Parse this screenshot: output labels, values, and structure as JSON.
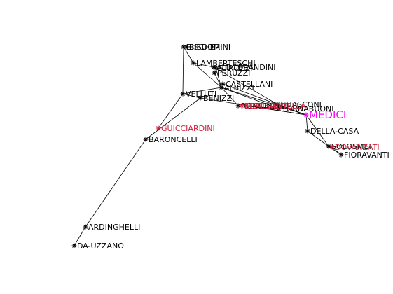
{
  "colors": {
    "edge": "#000000",
    "default_label": "#000000",
    "accent_red": "#cc1f3a",
    "accent_magenta": "#ff00ff"
  },
  "network": {
    "nodes": [
      {
        "id": "bischeri",
        "label": "BISCHERI",
        "color": "#000000",
        "size": "normal"
      },
      {
        "id": "bisdomini",
        "label": "BISDOMINI",
        "color": "#000000",
        "size": "normal"
      },
      {
        "id": "lamberteschi",
        "label": "LAMBERTESCHI",
        "color": "#000000",
        "size": "normal"
      },
      {
        "id": "aldobrandini",
        "label": "ALDOBRANDINI",
        "color": "#000000",
        "size": "normal"
      },
      {
        "id": "strozzi",
        "label": "STROZZI",
        "color": "#000000",
        "size": "normal"
      },
      {
        "id": "peruzzi",
        "label": "PERUZZI",
        "color": "#000000",
        "size": "normal"
      },
      {
        "id": "castellani",
        "label": "CASTELLANI",
        "color": "#000000",
        "size": "normal"
      },
      {
        "id": "albizzi",
        "label": "ALBIZZI",
        "color": "#000000",
        "size": "normal"
      },
      {
        "id": "velluti",
        "label": "VELLUTI",
        "color": "#000000",
        "size": "normal"
      },
      {
        "id": "benizzi",
        "label": "BENIZZI",
        "color": "#000000",
        "size": "normal"
      },
      {
        "id": "guasconi",
        "label": "GUASCONI",
        "color": "#000000",
        "size": "normal"
      },
      {
        "id": "rondinelli",
        "label": "RONDINELLI",
        "color": "#000000",
        "size": "normal"
      },
      {
        "id": "tornabuoni",
        "label": "TORNABUONI",
        "color": "#000000",
        "size": "normal"
      },
      {
        "id": "medici",
        "label": "MEDICI",
        "color": "#ff00ff",
        "size": "big"
      },
      {
        "id": "dietisalvi",
        "label": "DIETISALVI",
        "color": "#cc1f3a",
        "size": "normal"
      },
      {
        "id": "dallanatta",
        "label": "DALL'ANTELLA",
        "color": "#cc1f3a",
        "size": "normal"
      },
      {
        "id": "guicciardini",
        "label": "GUICCIARDINI",
        "color": "#cc1f3a",
        "size": "normal"
      },
      {
        "id": "baroncelli",
        "label": "BARONCELLI",
        "color": "#000000",
        "size": "normal"
      },
      {
        "id": "della_casa",
        "label": "DELLA-CASA",
        "color": "#000000",
        "size": "normal"
      },
      {
        "id": "solosmei",
        "label": "SOLOSMEI",
        "color": "#000000",
        "size": "normal"
      },
      {
        "id": "dovanzati",
        "label": "DOVANZATI",
        "color": "#cc1f3a",
        "size": "normal"
      },
      {
        "id": "fioravanti",
        "label": "FIORAVANTI",
        "color": "#000000",
        "size": "normal"
      },
      {
        "id": "ardinghelli",
        "label": "ARDINGHELLI",
        "color": "#000000",
        "size": "normal"
      },
      {
        "id": "da_uzzano",
        "label": "DA-UZZANO",
        "color": "#000000",
        "size": "normal"
      }
    ],
    "edges": [
      [
        "bischeri",
        "lamberteschi"
      ],
      [
        "bischeri",
        "velluti"
      ],
      [
        "lamberteschi",
        "albizzi"
      ],
      [
        "lamberteschi",
        "aldobrandini"
      ],
      [
        "strozzi",
        "albizzi"
      ],
      [
        "peruzzi",
        "albizzi"
      ],
      [
        "aldobrandini",
        "guasconi"
      ],
      [
        "castellani",
        "guasconi"
      ],
      [
        "albizzi",
        "medici"
      ],
      [
        "albizzi",
        "tornabuoni"
      ],
      [
        "albizzi",
        "rondinelli"
      ],
      [
        "velluti",
        "albizzi"
      ],
      [
        "velluti",
        "benizzi"
      ],
      [
        "velluti",
        "guicciardini"
      ],
      [
        "benizzi",
        "medici"
      ],
      [
        "benizzi",
        "baroncelli"
      ],
      [
        "baroncelli",
        "ardinghelli"
      ],
      [
        "ardinghelli",
        "da_uzzano"
      ],
      [
        "guasconi",
        "medici"
      ],
      [
        "rondinelli",
        "tornabuoni"
      ],
      [
        "tornabuoni",
        "dietisalvi"
      ],
      [
        "medici",
        "della_casa"
      ],
      [
        "medici",
        "solosmei"
      ],
      [
        "della_casa",
        "solosmei"
      ],
      [
        "solosmei",
        "fioravanti"
      ],
      [
        "dallanatta",
        "medici"
      ],
      [
        "dovanzati",
        "fioravanti"
      ]
    ]
  }
}
